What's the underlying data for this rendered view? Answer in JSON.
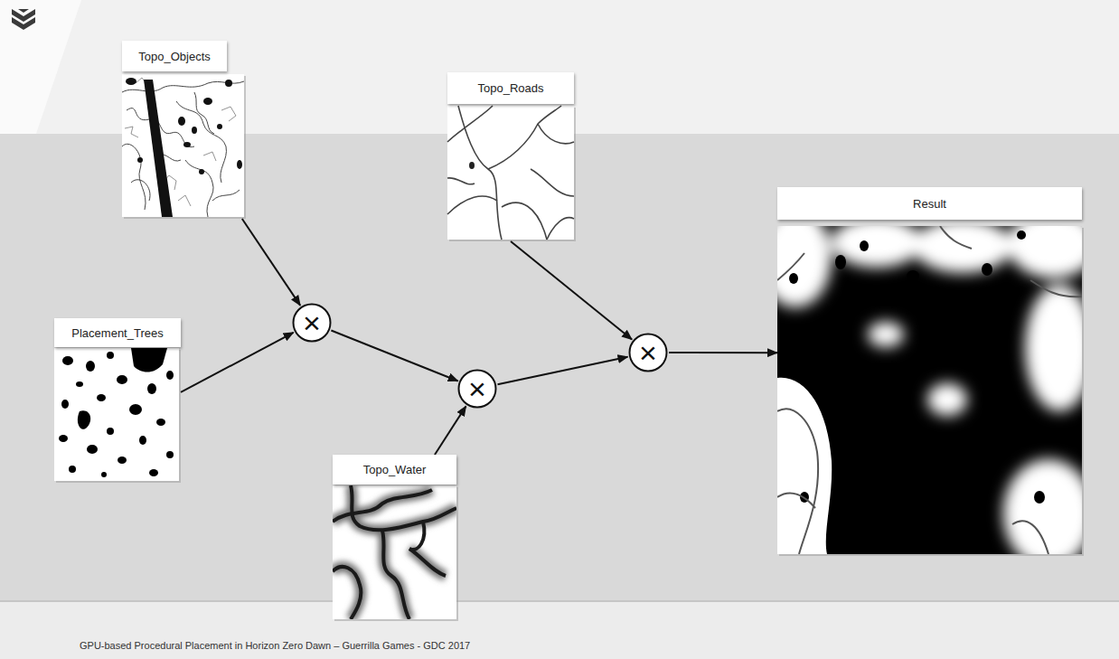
{
  "diagram": {
    "caption": "GPU-based Procedural Placement in Horizon Zero Dawn – Guerrilla Games - GDC 2017",
    "nodes": [
      {
        "text": [
          "Topo_Objects"
        ]
      },
      {
        "text": [
          "Topo_Roads"
        ]
      },
      {
        "text": [
          "Result"
        ]
      },
      {
        "text": [
          "Placement_Trees"
        ]
      },
      {
        "text": [
          "×"
        ]
      },
      {
        "text": [
          "×"
        ]
      },
      {
        "text": [
          "×"
        ]
      },
      {
        "text": [
          "Topo_Water"
        ]
      }
    ],
    "edges": [
      {
        "from": 0,
        "to": 4,
        "arrow": "to"
      },
      {
        "from": 3,
        "to": 4,
        "arrow": "to"
      },
      {
        "from": 4,
        "to": 6,
        "arrow": "to"
      },
      {
        "from": 7,
        "to": 6,
        "arrow": "to"
      },
      {
        "from": 6,
        "to": 5,
        "arrow": "to"
      },
      {
        "from": 1,
        "to": 5,
        "arrow": "to"
      },
      {
        "from": 5,
        "to": 2,
        "arrow": "to"
      }
    ]
  }
}
